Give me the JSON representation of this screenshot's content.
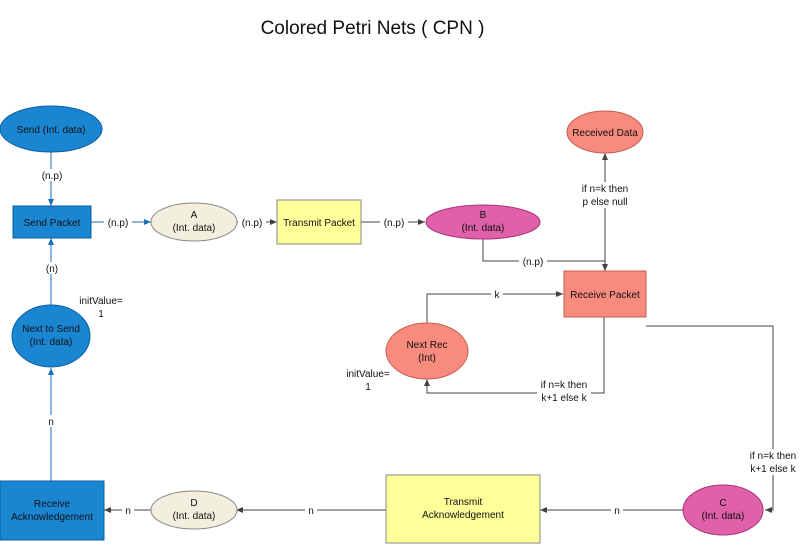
{
  "title": "Colored Petri Nets ( CPN )",
  "colors": {
    "blue": "#1a86d2",
    "blue_stroke": "#0e5fa0",
    "cream": "#f3efdf",
    "yellow": "#ffff99",
    "salmon": "#f98b7e",
    "pink": "#e061aa",
    "line": "#444444",
    "blue_line": "#1a6fb5"
  },
  "nodes": {
    "send_place": {
      "lines": [
        "Send (Int. data)"
      ]
    },
    "send_packet": {
      "lines": [
        "Send Packet"
      ]
    },
    "a_place": {
      "lines": [
        "A",
        "(Int. data)"
      ]
    },
    "transmit_packet": {
      "lines": [
        "Transmit Packet"
      ]
    },
    "b_place": {
      "lines": [
        "B",
        "(Int. data)"
      ]
    },
    "received_data": {
      "lines": [
        "Received Data"
      ]
    },
    "receive_packet": {
      "lines": [
        "Receive Packet"
      ]
    },
    "next_rec": {
      "lines": [
        "Next Rec",
        "(Int)"
      ]
    },
    "next_to_send": {
      "lines": [
        "Next to Send",
        "(Int. data)"
      ]
    },
    "receive_ack": {
      "lines": [
        "Receive",
        "Acknowledgement"
      ]
    },
    "d_place": {
      "lines": [
        "D",
        "(Int. data)"
      ]
    },
    "transmit_ack": {
      "lines": [
        "Transmit",
        "Acknowledgement"
      ]
    },
    "c_place": {
      "lines": [
        "C",
        "(Int. data)"
      ]
    }
  },
  "arc_labels": {
    "send_to_sp": "(n.p)",
    "sp_to_a": "(n.p)",
    "a_to_tp": "(n.p)",
    "tp_to_b": "(n.p)",
    "b_to_rp": "(n.p)",
    "nts_to_sp": "(n)",
    "nr_to_rp": "k",
    "rp_to_rd": [
      "if n=k then",
      "p else null"
    ],
    "rp_to_nr": [
      "if n=k then",
      "k+1 else k"
    ],
    "rp_to_c": [
      "if n=k then",
      "k+1 else k"
    ],
    "c_to_ta": "n",
    "ta_to_d": "n",
    "d_to_ra": "n",
    "ra_to_nts": "n"
  },
  "init_values": {
    "next_to_send": [
      "initValue=",
      "1"
    ],
    "next_rec": [
      "initValue=",
      "1"
    ]
  }
}
